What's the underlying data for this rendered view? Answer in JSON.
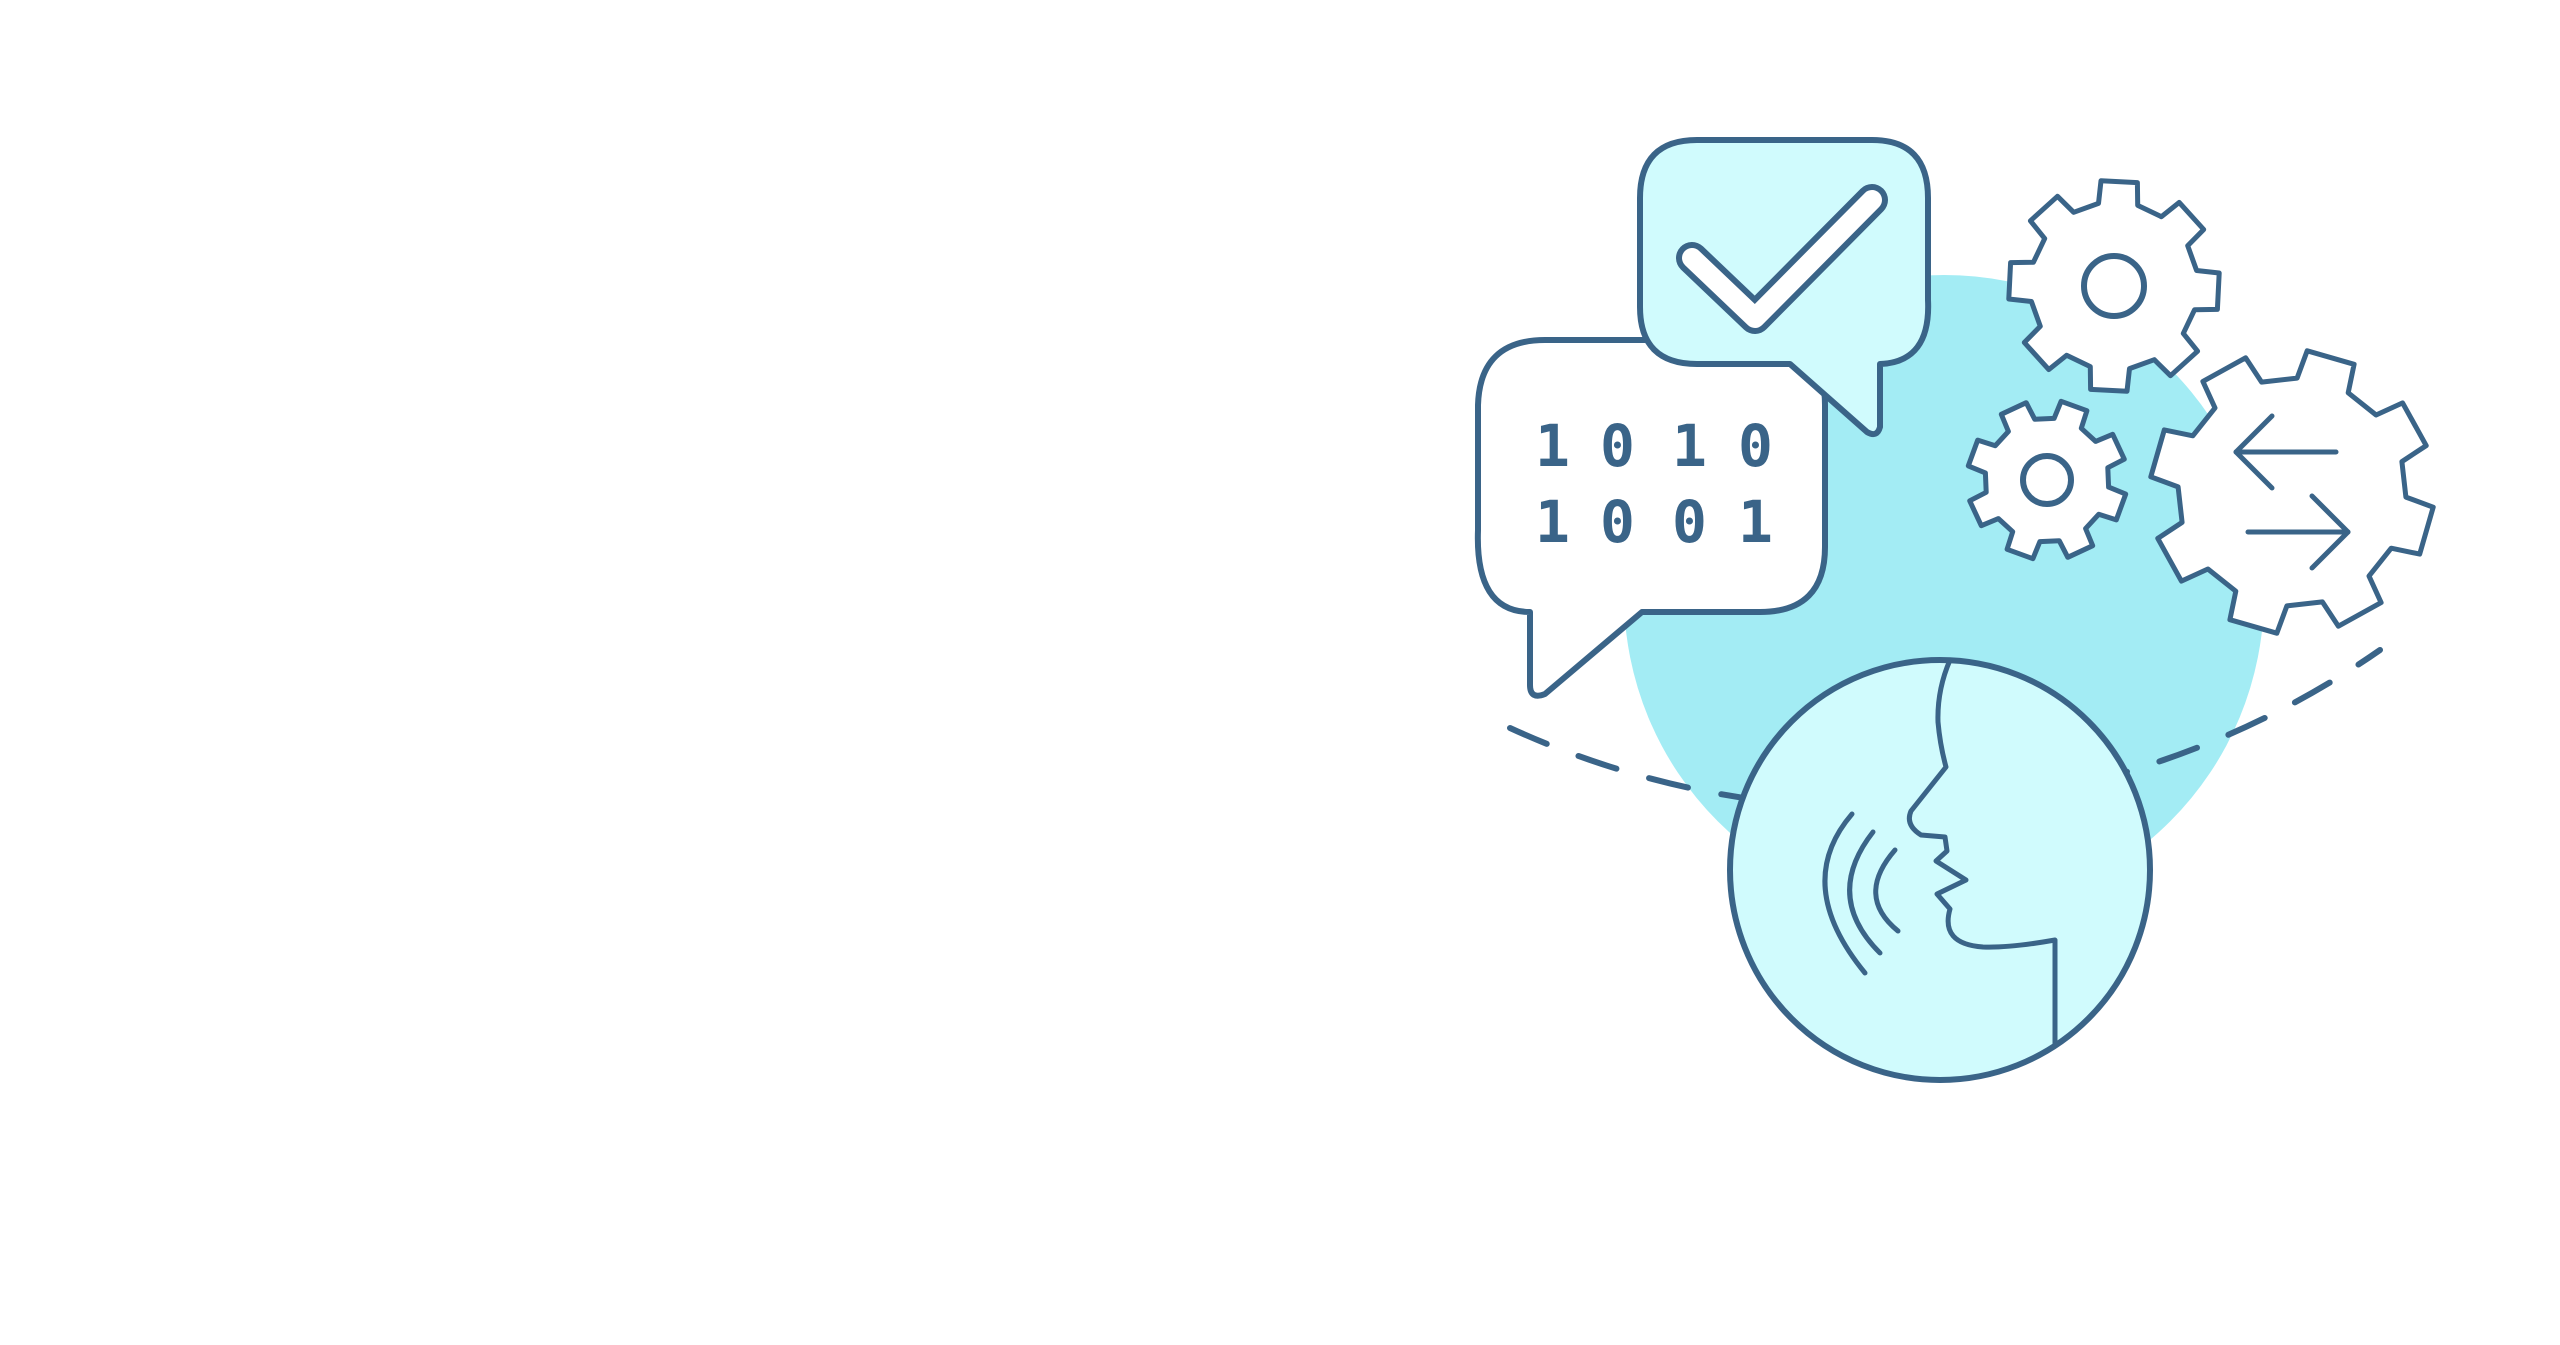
{
  "colors": {
    "stroke": "#3a6488",
    "light_fill": "#d0fbfd",
    "accent_circle": "#a3ecf4",
    "background": "#ffffff"
  },
  "icons": {
    "checkmark_bubble": "check-icon",
    "binary_bubble": "binary-code-icon",
    "gears": "gear-icon",
    "arrows": "exchange-arrows-icon",
    "speaking_head": "speaking-head-icon"
  },
  "binary": {
    "row1": [
      "1",
      "0",
      "1",
      "0"
    ],
    "row2": [
      "1",
      "0",
      "0",
      "1"
    ]
  }
}
